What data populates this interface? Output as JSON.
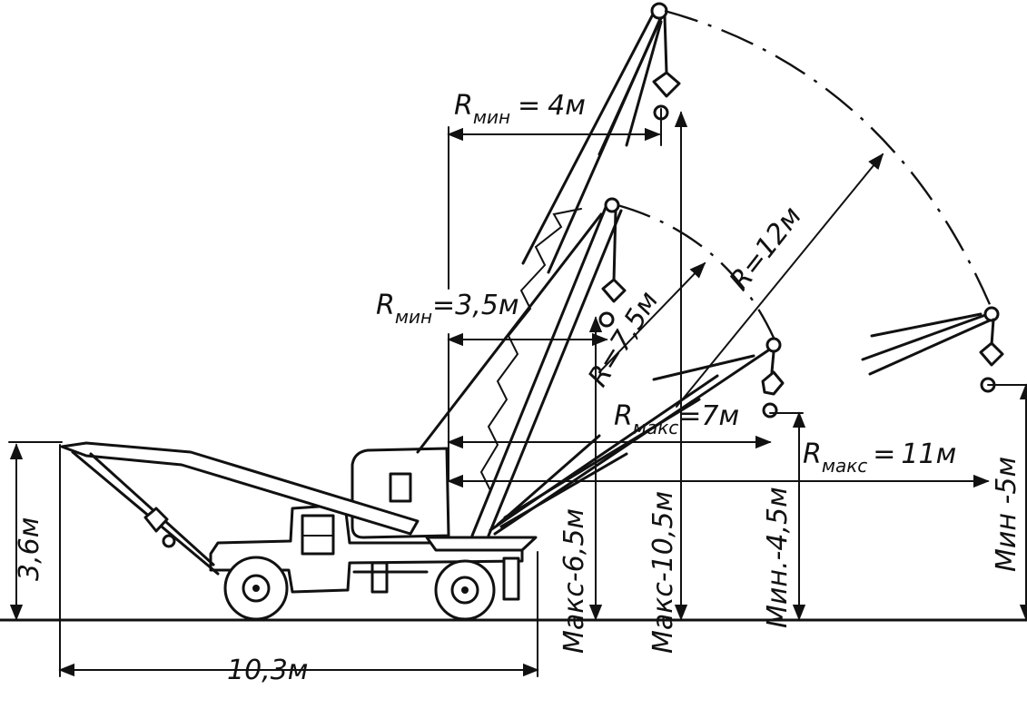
{
  "labels": {
    "r_min_high": "4м",
    "r_min_low": "3,5м",
    "r_max_low": "7м",
    "r_max_high": "11м",
    "radius_outer": "R=12м",
    "radius_inner": "R=7,5м",
    "height_base": "3,6м",
    "height_max_low": "Макс-6,5м",
    "height_max_high": "Макс-10,5м",
    "height_min_low": "Мин.-4,5м",
    "height_min_high": "Мин -5м",
    "length_total": "10,3м",
    "R": "R",
    "sub_min": "мин",
    "sub_max": "макс",
    "eq": "="
  }
}
